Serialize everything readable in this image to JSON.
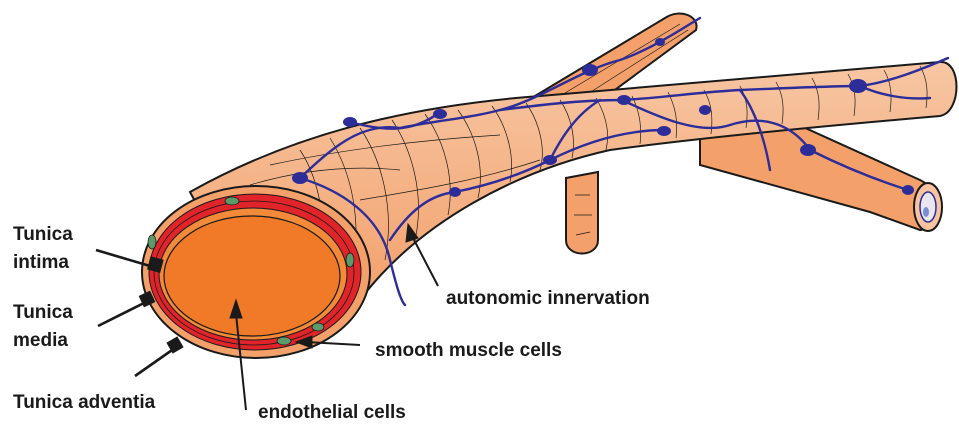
{
  "labels": {
    "tunica_intima_line1": "Tunica",
    "tunica_intima_line2": "intima",
    "tunica_media_line1": "Tunica",
    "tunica_media_line2": "media",
    "tunica_adventia": "Tunica adventia",
    "endothelial_cells": "endothelial cells",
    "smooth_muscle_cells": "smooth muscle cells",
    "autonomic_innervation": "autonomic innervation"
  },
  "colors": {
    "vessel_body": "#f4a06a",
    "vessel_light": "#f7c3a0",
    "lumen": "#f07a28",
    "media_red": "#e0242a",
    "nerve": "#2d2d9a",
    "cell_green": "#5c9a6a",
    "outline": "#1a1a1a"
  }
}
